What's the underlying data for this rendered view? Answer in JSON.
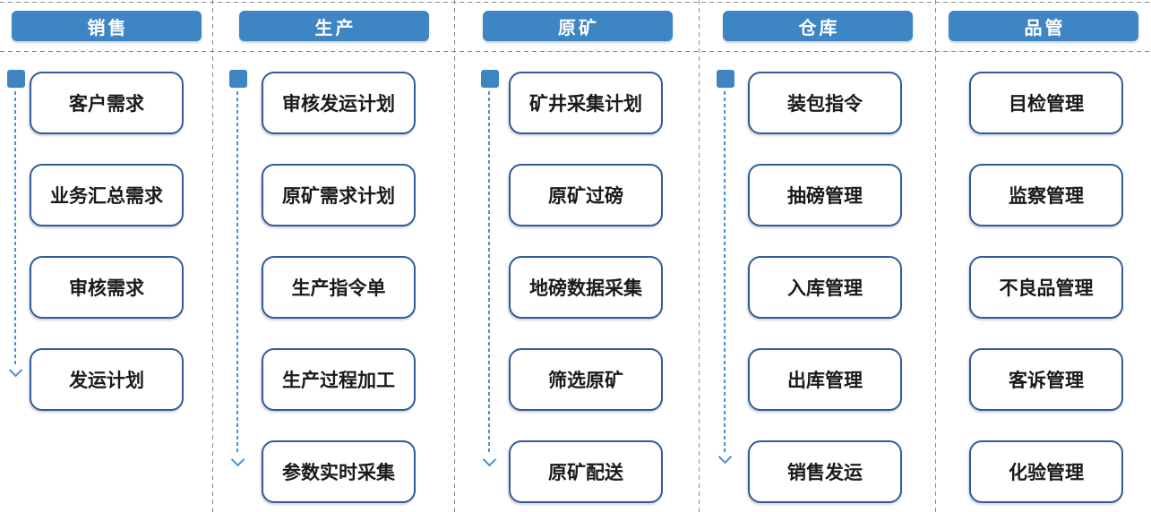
{
  "colors": {
    "banner_fill": "#3d85c3",
    "box_border": "#2f5c99",
    "arrow_blue": "#4a90d5",
    "divider_gray": "#8c8c8c",
    "box_text": "#1a1a1a",
    "banner_text": "#ffffff"
  },
  "columns": [
    {
      "header": "销售",
      "has_flow_arrow": true,
      "items": [
        "客户需求",
        "业务汇总需求",
        "审核需求",
        "发运计划"
      ]
    },
    {
      "header": "生产",
      "has_flow_arrow": true,
      "items": [
        "审核发运计划",
        "原矿需求计划",
        "生产指令单",
        "生产过程加工",
        "参数实时采集"
      ]
    },
    {
      "header": "原矿",
      "has_flow_arrow": true,
      "items": [
        "矿井采集计划",
        "原矿过磅",
        "地磅数据采集",
        "筛选原矿",
        "原矿配送"
      ]
    },
    {
      "header": "仓库",
      "has_flow_arrow": true,
      "items": [
        "装包指令",
        "抽磅管理",
        "入库管理",
        "出库管理",
        "销售发运"
      ]
    },
    {
      "header": "品管",
      "has_flow_arrow": false,
      "items": [
        "目检管理",
        "监察管理",
        "不良品管理",
        "客诉管理",
        "化验管理"
      ]
    }
  ]
}
